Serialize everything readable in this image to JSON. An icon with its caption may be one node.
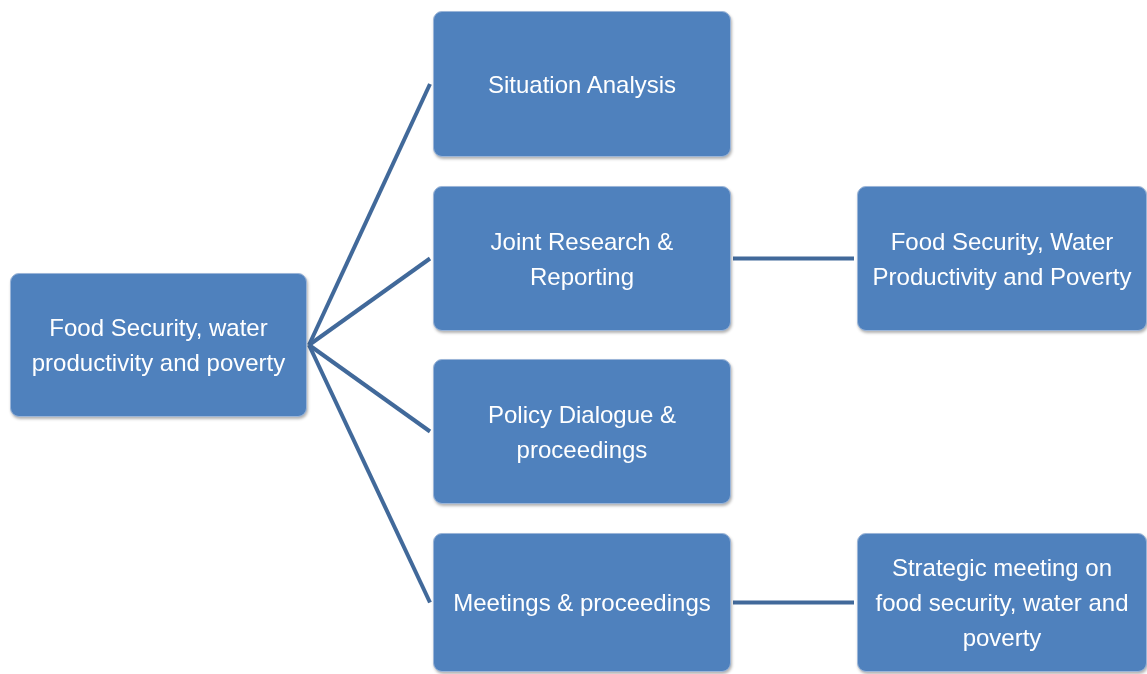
{
  "diagram": {
    "nodes": [
      {
        "text": [
          "Food Security, water productivity and poverty"
        ]
      },
      {
        "text": [
          "Situation Analysis"
        ]
      },
      {
        "text": [
          "Joint Research & Reporting"
        ]
      },
      {
        "text": [
          "Policy Dialogue & proceedings"
        ]
      },
      {
        "text": [
          "Meetings & proceedings"
        ]
      },
      {
        "text": [
          "Food Security, Water Productivity and Poverty"
        ]
      },
      {
        "text": [
          "Strategic meeting on food security, water and poverty"
        ]
      }
    ],
    "edges": [
      {
        "from": 0,
        "to": 1,
        "arrow": "none"
      },
      {
        "from": 0,
        "to": 2,
        "arrow": "none"
      },
      {
        "from": 0,
        "to": 3,
        "arrow": "none"
      },
      {
        "from": 0,
        "to": 4,
        "arrow": "none"
      },
      {
        "from": 2,
        "to": 5,
        "arrow": "none"
      },
      {
        "from": 4,
        "to": 6,
        "arrow": "none"
      }
    ]
  }
}
